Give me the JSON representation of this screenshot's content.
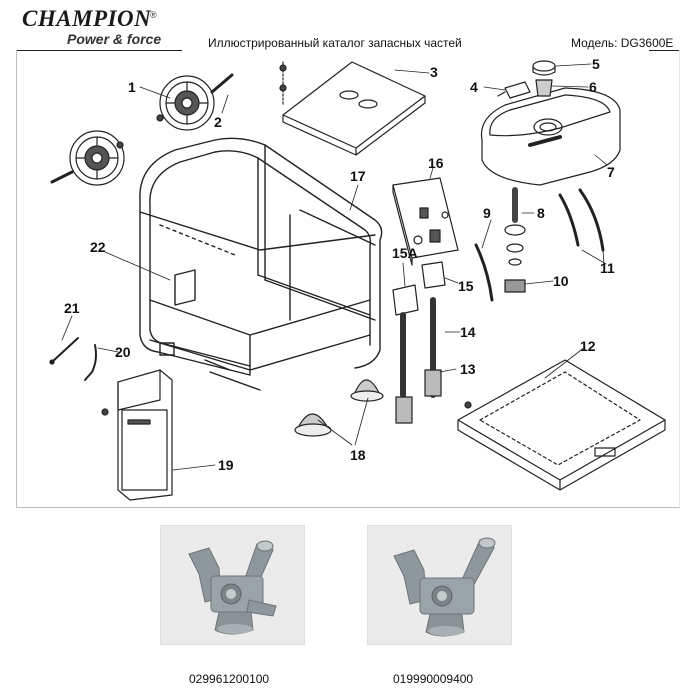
{
  "header": {
    "brand": "CHAMPION",
    "brand_reg_mark": "®",
    "tagline": "Power & force",
    "catalog_title": "Иллюстрированный каталог запасных частей",
    "model_label": "Модель: DG3600E"
  },
  "callouts": {
    "c1": "1",
    "c2": "2",
    "c3": "3",
    "c4": "4",
    "c5": "5",
    "c6": "6",
    "c7": "7",
    "c8": "8",
    "c9": "9",
    "c10": "10",
    "c11": "11",
    "c12": "12",
    "c13": "13",
    "c14": "14",
    "c15": "15",
    "c15a": "15A",
    "c16": "16",
    "c17": "17",
    "c18": "18",
    "c19": "19",
    "c20": "20",
    "c21": "21",
    "c22": "22"
  },
  "photos": [
    {
      "part_number": "029961200100"
    },
    {
      "part_number": "019990009400"
    }
  ]
}
